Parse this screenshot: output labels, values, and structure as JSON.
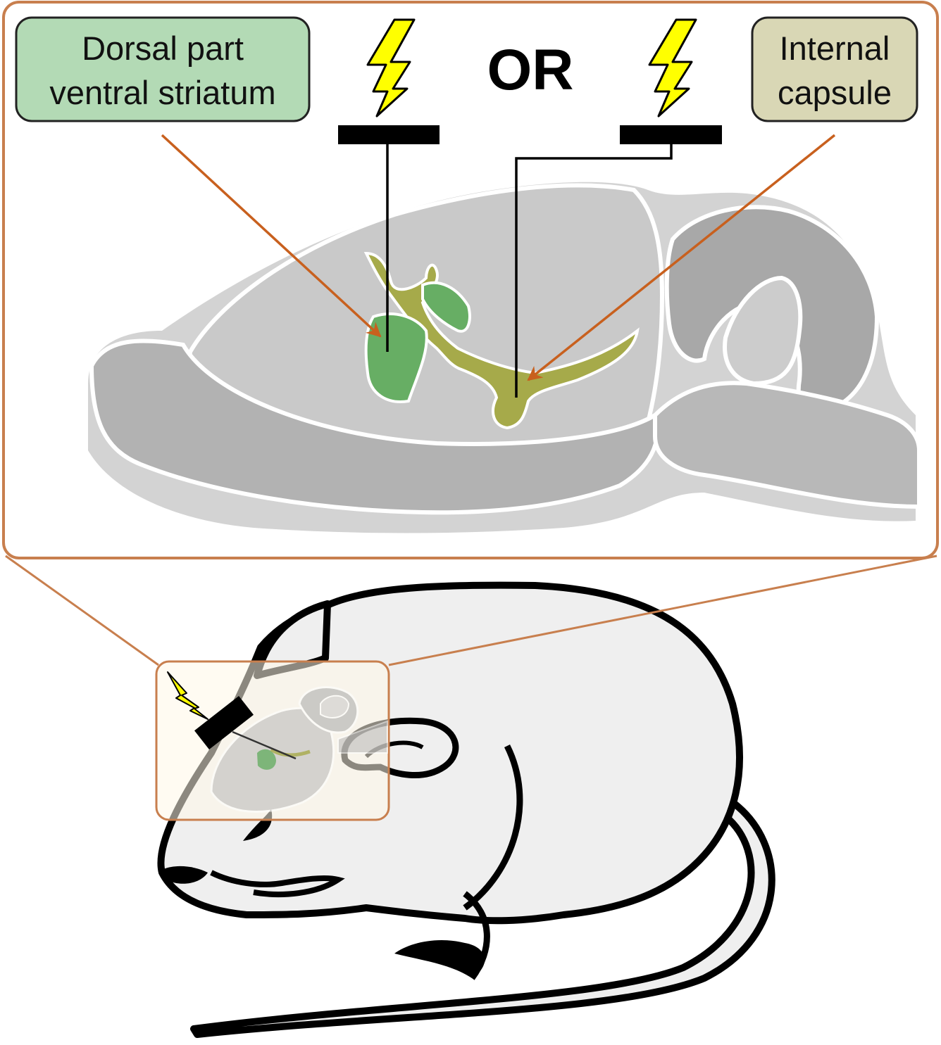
{
  "labels": {
    "dorsal_line1": "Dorsal part",
    "dorsal_line2": "ventral striatum",
    "or": "OR",
    "internal_line1": "Internal",
    "internal_line2": "capsule"
  },
  "colors": {
    "frame": "#c87f4e",
    "arrow": "#c8601e",
    "dorsal_box": "#b3dab5",
    "internal_box": "#d9d7b5",
    "striatum": "#67ae64",
    "capsule": "#a6aa4a",
    "brain_light": "#d3d3d3",
    "brain_dark": "#a8a8a8",
    "bolt": "#ffff00",
    "mouse_fill": "#efefef"
  },
  "icons": [
    "lightning-bolt-icon",
    "electrode-icon",
    "mouse-illustration",
    "brain-sagittal-section"
  ]
}
